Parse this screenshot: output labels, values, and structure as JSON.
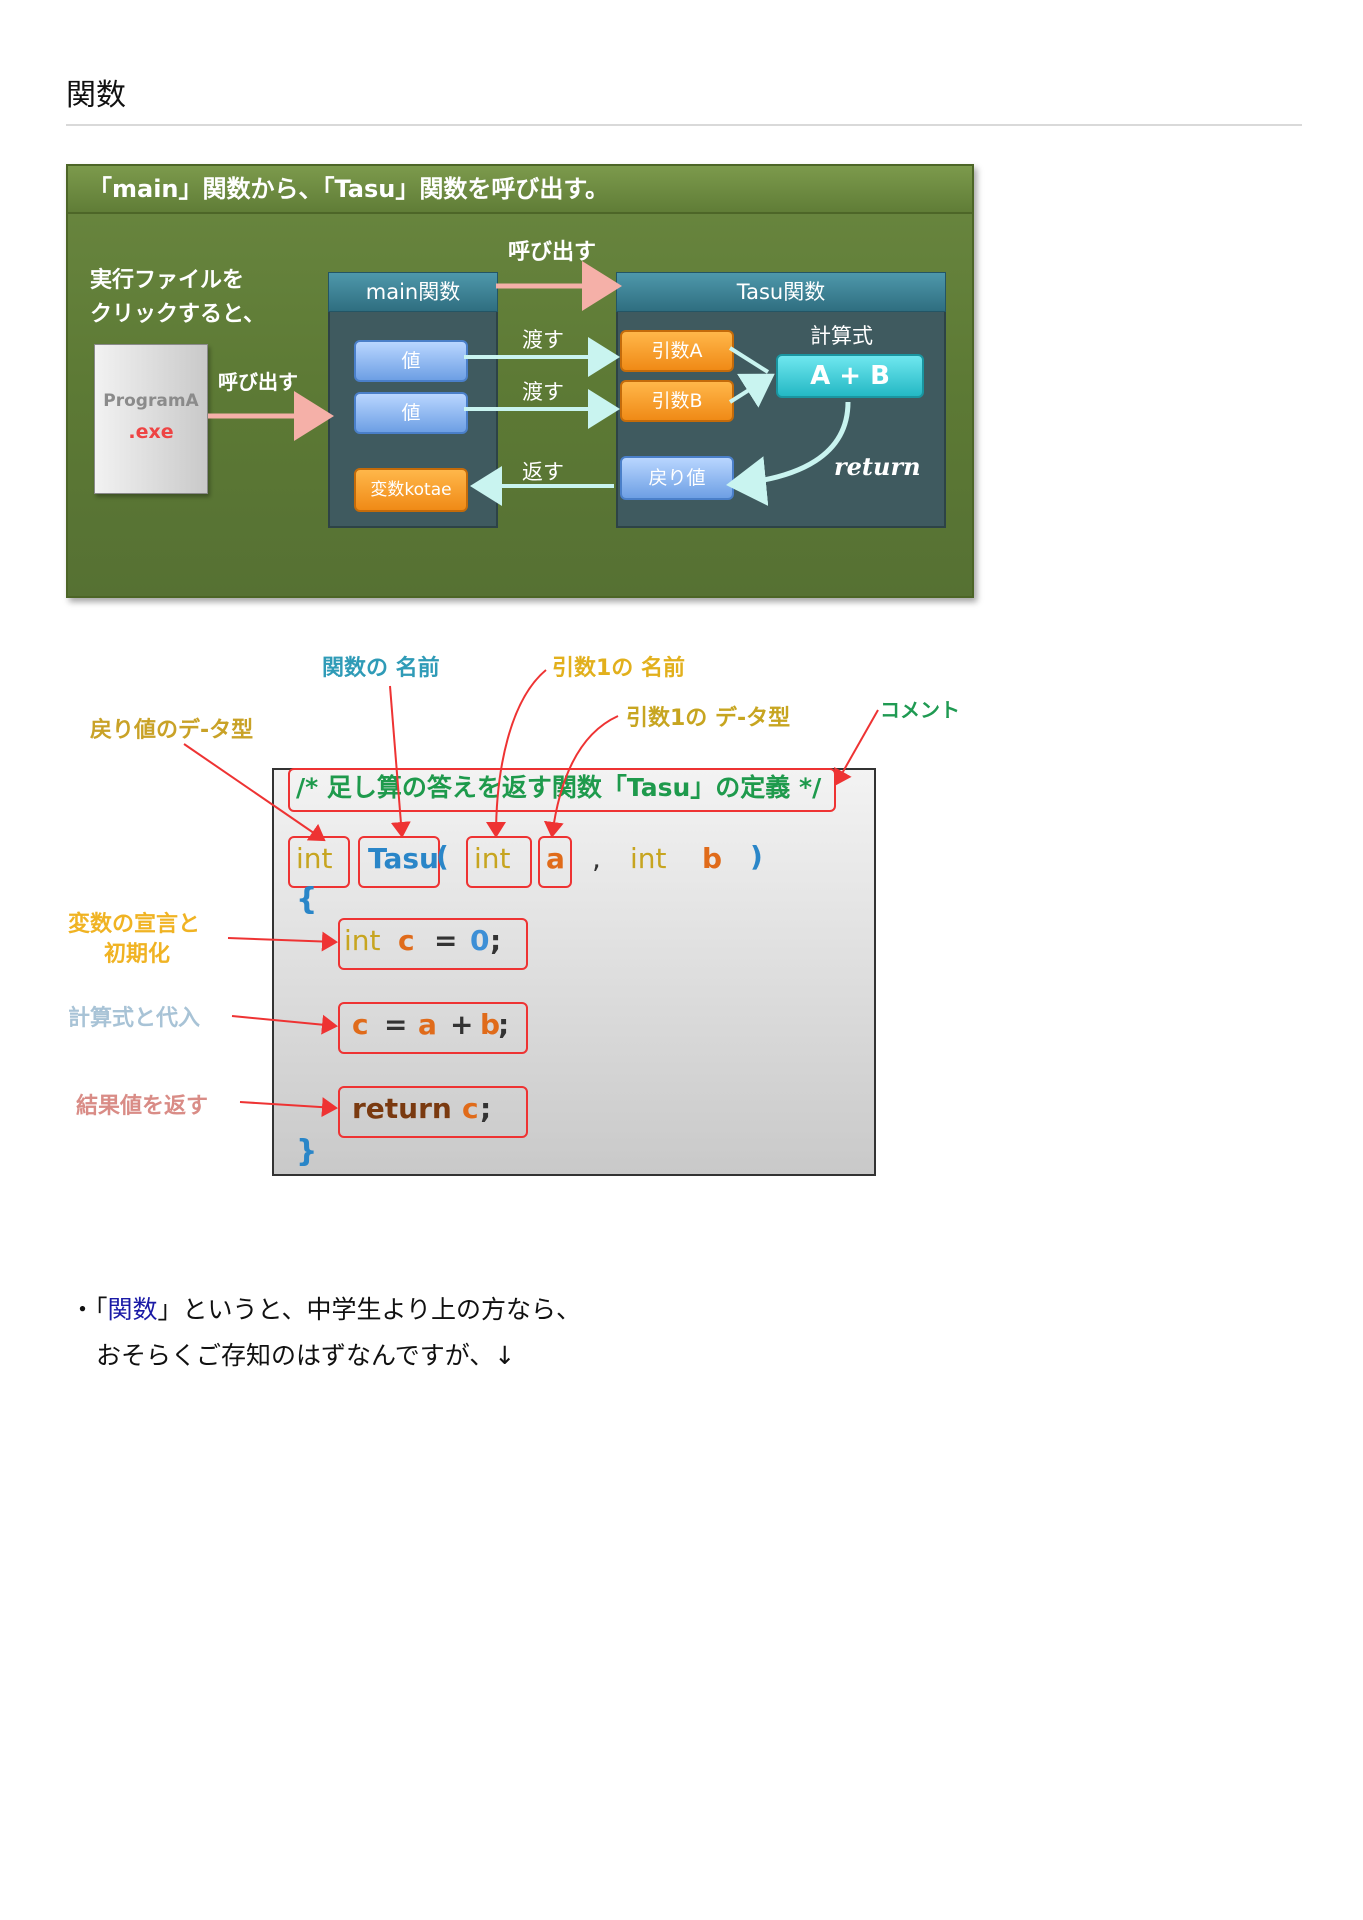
{
  "page": {
    "title": "関数"
  },
  "diagram1": {
    "header": "「main」関数から、「Tasu」関数を呼び出す。",
    "intro_line1": "実行ファイルを",
    "intro_line2": "クリックすると、",
    "file_name": "ProgramA",
    "file_ext": ".exe",
    "call_label_left": "呼び出す",
    "call_label_top": "呼び出す",
    "main_title": "main関数",
    "tasu_title": "Tasu関数",
    "value1": "値",
    "value2": "値",
    "var_kotae": "変数kotae",
    "pass1": "渡す",
    "pass2": "渡す",
    "return_label": "返す",
    "arg_a": "引数A",
    "arg_b": "引数B",
    "formula_title": "計算式",
    "formula": "A + B",
    "retval": "戻り値",
    "return_word": "return"
  },
  "diagram2": {
    "labels": {
      "func_name": "関数の 名前",
      "arg1_name": "引数1の 名前",
      "arg1_type": "引数1の デ-タ型",
      "comment": "コメント",
      "ret_type": "戻り値のデ-タ型",
      "decl_line1": "変数の宣言と",
      "decl_line2": "初期化",
      "calc": "計算式と代入",
      "ret": "結果値を返す"
    },
    "code": {
      "comment": "/* 足し算の答えを返す関数「Tasu」の定義 */",
      "t_int1": "int",
      "t_name": "Tasu",
      "t_paren_open": "(",
      "t_int2": "int",
      "t_a": "a",
      "t_comma": ",",
      "t_int3": "int",
      "t_b": "b",
      "t_paren_close": ")",
      "brace_open": "{",
      "line1_int": "int",
      "line1_c": "c",
      "line1_eq": "=",
      "line1_zero": "0",
      "line1_semi": ";",
      "line2_c": "c",
      "line2_eq": "=",
      "line2_a": "a",
      "line2_plus": "+",
      "line2_b": "b",
      "line2_semi": ";",
      "line3_return": "return",
      "line3_c": "c",
      "line3_semi": ";",
      "brace_close": "}"
    }
  },
  "text": {
    "bullet": "・「",
    "link": "関数",
    "rest1": "」というと、中学生より上の方なら、",
    "line2": "おそらくご存知のはずなんですが、↓"
  }
}
